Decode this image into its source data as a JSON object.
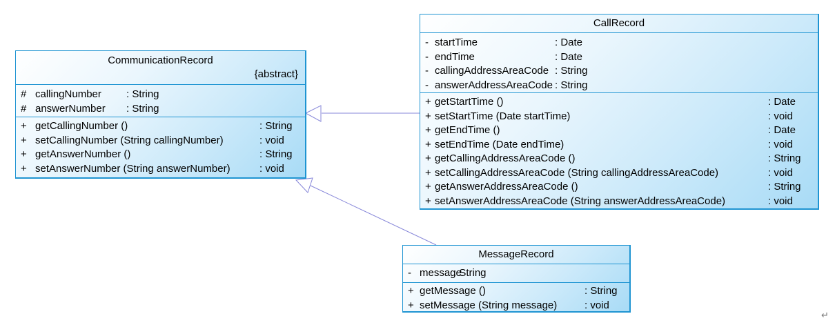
{
  "diagram": {
    "classes": [
      {
        "name": "CommunicationRecord",
        "stereotype": "{abstract}",
        "attributes": [
          {
            "visibility": "#",
            "name": "callingNumber",
            "type": ": String"
          },
          {
            "visibility": "#",
            "name": "answerNumber",
            "type": ": String"
          }
        ],
        "methods": [
          {
            "visibility": "+",
            "name": "getCallingNumber ()",
            "type": ": String"
          },
          {
            "visibility": "+",
            "name": "setCallingNumber (String callingNumber)",
            "type": ": void"
          },
          {
            "visibility": "+",
            "name": "getAnswerNumber ()",
            "type": ": String"
          },
          {
            "visibility": "+",
            "name": "setAnswerNumber (String answerNumber)",
            "type": ": void"
          }
        ]
      },
      {
        "name": "CallRecord",
        "stereotype": "",
        "attributes": [
          {
            "visibility": "-",
            "name": "startTime",
            "type": ": Date"
          },
          {
            "visibility": "-",
            "name": "endTime",
            "type": ": Date"
          },
          {
            "visibility": "-",
            "name": "callingAddressAreaCode",
            "type": ": String"
          },
          {
            "visibility": "-",
            "name": "answerAddressAreaCode",
            "type": ": String"
          }
        ],
        "methods": [
          {
            "visibility": "+",
            "name": "getStartTime ()",
            "type": ": Date"
          },
          {
            "visibility": "+",
            "name": "setStartTime (Date startTime)",
            "type": ": void"
          },
          {
            "visibility": "+",
            "name": "getEndTime ()",
            "type": ": Date"
          },
          {
            "visibility": "+",
            "name": "setEndTime (Date endTime)",
            "type": ": void"
          },
          {
            "visibility": "+",
            "name": "getCallingAddressAreaCode ()",
            "type": ": String"
          },
          {
            "visibility": "+",
            "name": "setCallingAddressAreaCode (String callingAddressAreaCode)",
            "type": ": void"
          },
          {
            "visibility": "+",
            "name": "getAnswerAddressAreaCode ()",
            "type": ": String"
          },
          {
            "visibility": "+",
            "name": "setAnswerAddressAreaCode (String answerAddressAreaCode)",
            "type": ": void"
          }
        ]
      },
      {
        "name": "MessageRecord",
        "stereotype": "",
        "attributes": [
          {
            "visibility": "-",
            "name": "message",
            "type": ": String"
          }
        ],
        "methods": [
          {
            "visibility": "+",
            "name": "getMessage ()",
            "type": ": String"
          },
          {
            "visibility": "+",
            "name": "setMessage (String message)",
            "type": ": void"
          }
        ]
      }
    ],
    "relations": [
      {
        "type": "generalization",
        "from": "CallRecord",
        "to": "CommunicationRecord"
      },
      {
        "type": "generalization",
        "from": "MessageRecord",
        "to": "CommunicationRecord"
      }
    ]
  },
  "annotations": {
    "return_mark": "↵"
  },
  "colors": {
    "box_border": "#1e94d2",
    "box_fill_top": "#ffffff",
    "box_fill_bottom": "#a8dbf6",
    "connector": "#8787d9",
    "text": "#000000"
  }
}
